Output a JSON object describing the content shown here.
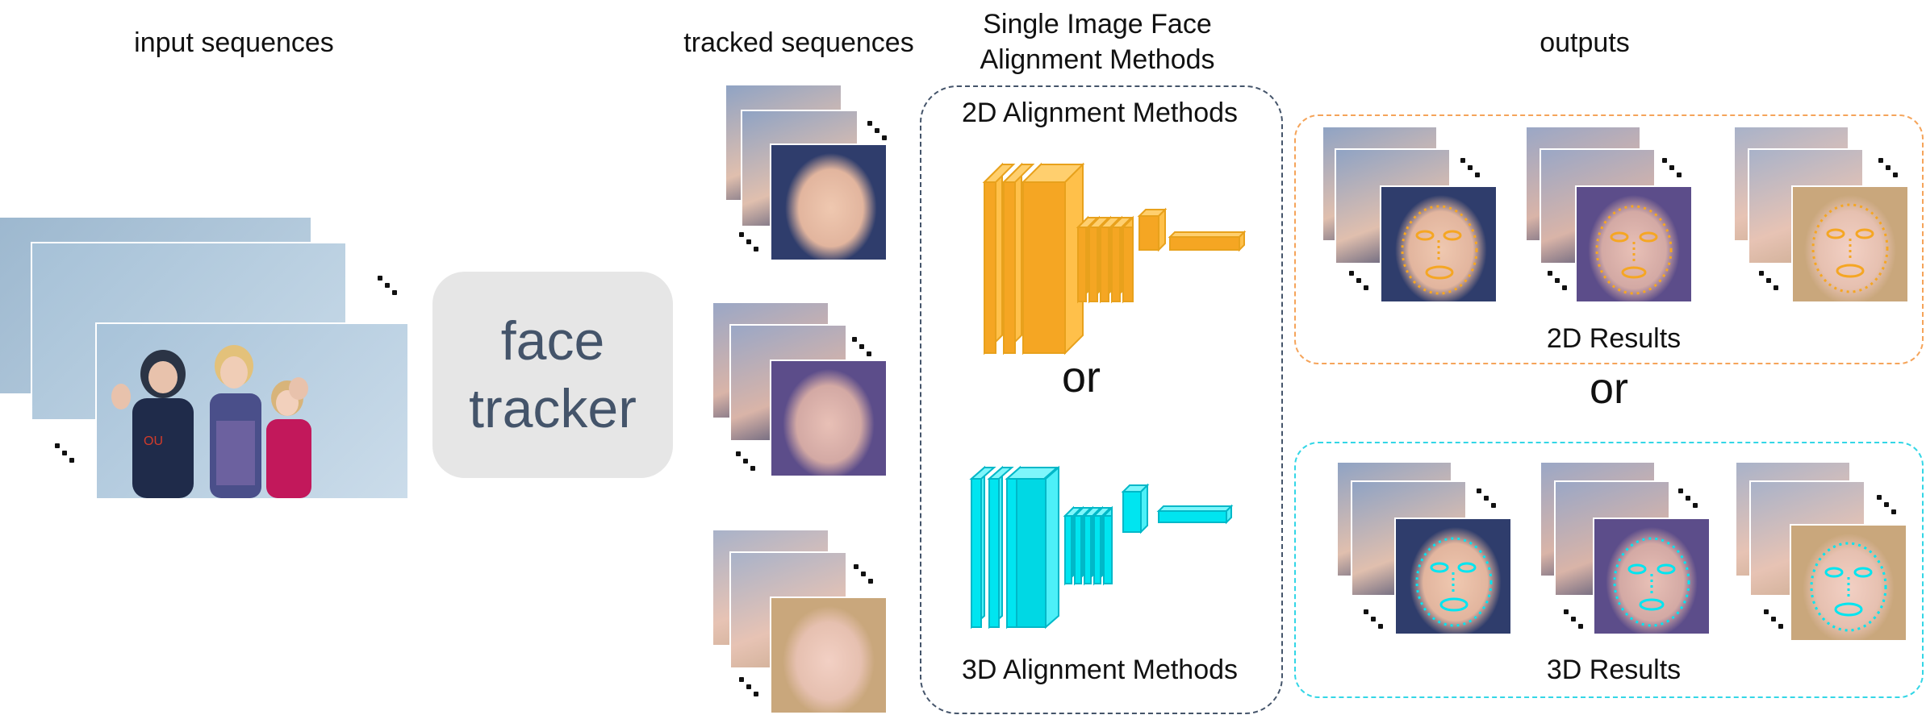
{
  "headers": {
    "input": "input sequences",
    "tracked": "tracked sequences",
    "methods_line1": "Single Image Face",
    "methods_line2": "Alignment Methods",
    "outputs": "outputs"
  },
  "tracker": {
    "line1": "face",
    "line2": "tracker"
  },
  "methods": {
    "alignment_2d": "2D Alignment Methods",
    "alignment_3d": "3D Alignment Methods",
    "or": "or"
  },
  "results": {
    "label_2d": "2D Results",
    "label_3d": "3D Results",
    "or": "or"
  },
  "colors": {
    "orange": "#f5a623",
    "cyan": "#00e5f0",
    "dash_methods": "#44546a",
    "dash_2d": "#f5a45a",
    "dash_3d": "#33d6e6",
    "tracker_text": "#44546a",
    "tracker_bg": "#e6e6e6"
  },
  "icons": {
    "ellipsis": "ellipsis-icon",
    "cnn_2d": "cnn-2d-icon",
    "cnn_3d": "cnn-3d-icon"
  }
}
